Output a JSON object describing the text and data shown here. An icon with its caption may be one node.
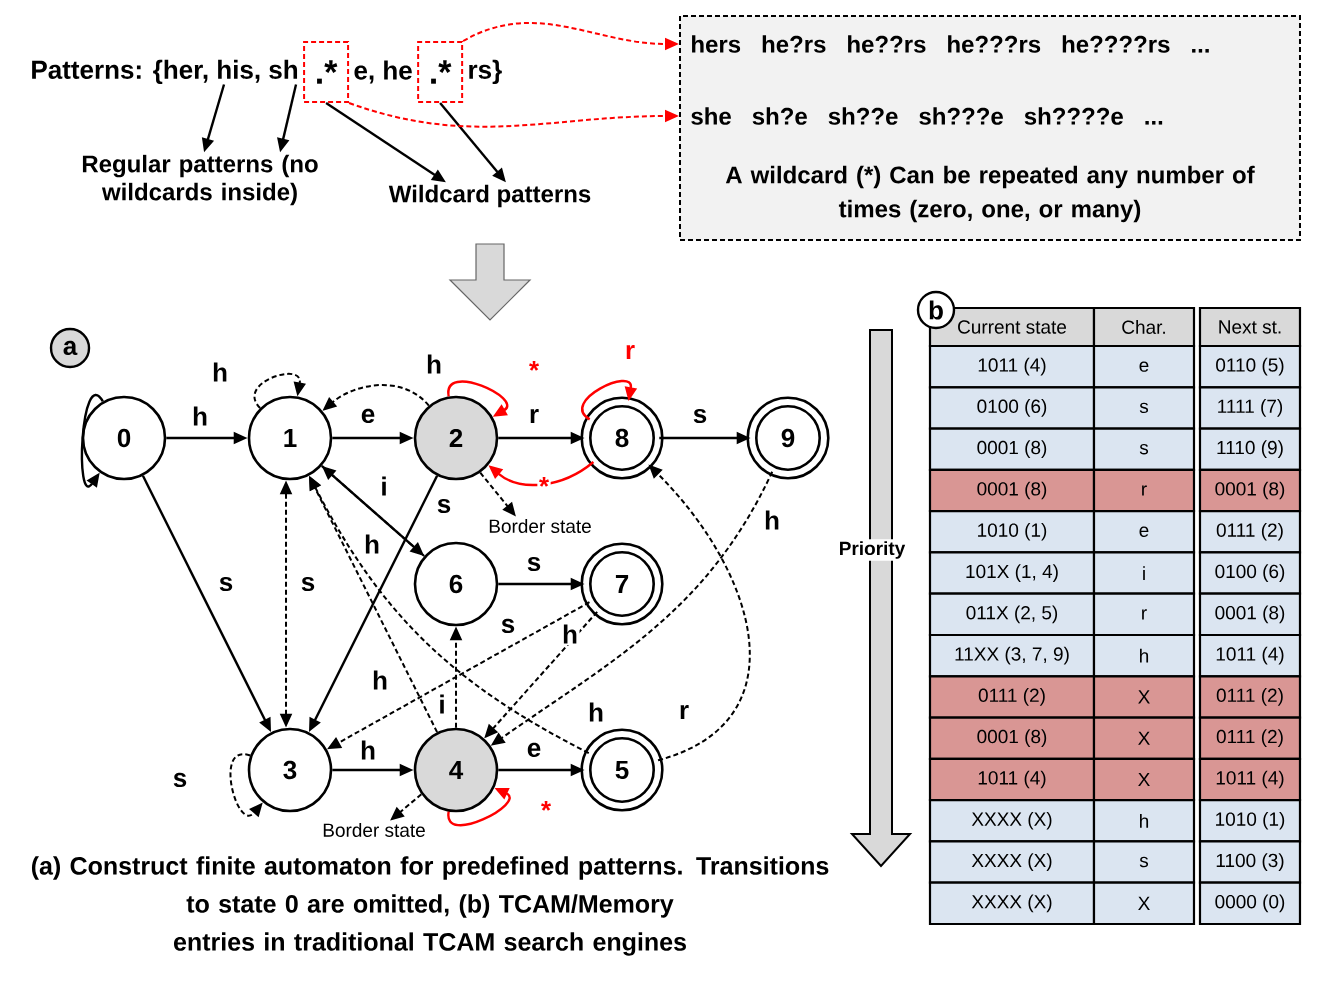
{
  "diagram": {
    "caption": "(a) Construct finite automaton for predefined patterns. Transitions to state 0 are omitted, (b) TCAM/Memory entries in traditional TCAM search engines",
    "nodes": [
      {
        "text": [
          "Patterns: {her, his, sh"
        ]
      },
      {
        "text": [
          ".*"
        ]
      },
      {
        "text": [
          "e, he"
        ]
      },
      {
        "text": [
          ".*"
        ]
      },
      {
        "text": [
          "rs}"
        ]
      },
      {
        "text": [
          "Regular patterns (no wildcards inside)"
        ]
      },
      {
        "text": [
          "Wildcard patterns"
        ]
      },
      {
        "text": [
          "hers he?rs he??rs he???rs he????rs ...",
          "she sh?e sh??e sh???e sh????e ...",
          "A wildcard (*) Can be repeated any number of times (zero, one, or many)"
        ]
      },
      {
        "text": [
          "0"
        ]
      },
      {
        "text": [
          "1"
        ]
      },
      {
        "text": [
          "2"
        ]
      },
      {
        "text": [
          "3"
        ]
      },
      {
        "text": [
          "4"
        ]
      },
      {
        "text": [
          "5"
        ]
      },
      {
        "text": [
          "6"
        ]
      },
      {
        "text": [
          "7"
        ]
      },
      {
        "text": [
          "8"
        ]
      },
      {
        "text": [
          "9"
        ]
      },
      {
        "text": [
          "Border state"
        ]
      },
      {
        "text": [
          "Border state"
        ]
      }
    ],
    "edges": [
      {
        "from": 0,
        "to": 5,
        "arrow": "to"
      },
      {
        "from": 0,
        "to": 5,
        "arrow": "to"
      },
      {
        "from": 1,
        "to": 6,
        "arrow": "to"
      },
      {
        "from": 3,
        "to": 6,
        "arrow": "to"
      },
      {
        "from": 1,
        "to": 7,
        "arrow": "to",
        "style": "dashed",
        "color": "#ff0000"
      },
      {
        "from": 3,
        "to": 7,
        "arrow": "to",
        "style": "dashed",
        "color": "#ff0000"
      },
      {
        "from": 8,
        "to": 8,
        "arrow": "to"
      },
      {
        "from": 8,
        "to": 9,
        "arrow": "to",
        "label": "h"
      },
      {
        "from": 9,
        "to": 10,
        "arrow": "to",
        "label": "e"
      },
      {
        "from": 10,
        "to": 16,
        "arrow": "to",
        "label": "r"
      },
      {
        "from": 16,
        "to": 17,
        "arrow": "to",
        "label": "s"
      },
      {
        "from": 8,
        "to": 11,
        "arrow": "to",
        "label": "s"
      },
      {
        "from": 9,
        "to": 14,
        "arrow": "to",
        "label": "i"
      },
      {
        "from": 10,
        "to": 11,
        "arrow": "to",
        "label": "s"
      },
      {
        "from": 14,
        "to": 15,
        "arrow": "to",
        "label": "s"
      },
      {
        "from": 11,
        "to": 12,
        "arrow": "to",
        "label": "h"
      },
      {
        "from": 12,
        "to": 13,
        "arrow": "to",
        "label": "e"
      },
      {
        "from": 10,
        "to": 10,
        "arrow": "to",
        "label": "*",
        "color": "#ff0000"
      },
      {
        "from": 16,
        "to": 16,
        "arrow": "to",
        "label": "r",
        "color": "#ff0000"
      },
      {
        "from": 16,
        "to": 10,
        "arrow": "to",
        "label": "*",
        "color": "#ff0000"
      },
      {
        "from": 12,
        "to": 12,
        "arrow": "to",
        "label": "*",
        "color": "#ff0000"
      },
      {
        "from": 9,
        "to": 9,
        "arrow": "to",
        "label": "h",
        "style": "dashed"
      },
      {
        "from": 10,
        "to": 9,
        "arrow": "to",
        "label": "h",
        "style": "dashed"
      },
      {
        "from": 9,
        "to": 11,
        "arrow": "both",
        "label": "s",
        "style": "dashed"
      },
      {
        "from": 14,
        "to": 9,
        "arrow": "to",
        "label": "h",
        "style": "dashed"
      },
      {
        "from": 12,
        "to": 9,
        "arrow": "to",
        "label": "h",
        "style": "dashed"
      },
      {
        "from": 13,
        "to": 9,
        "arrow": "to",
        "label": "h",
        "style": "dashed"
      },
      {
        "from": 15,
        "to": 11,
        "arrow": "to",
        "label": "s",
        "style": "dashed"
      },
      {
        "from": 15,
        "to": 12,
        "arrow": "to",
        "label": "h",
        "style": "dashed"
      },
      {
        "from": 17,
        "to": 12,
        "arrow": "to",
        "label": "h",
        "style": "dashed"
      },
      {
        "from": 13,
        "to": 16,
        "arrow": "to",
        "label": "r",
        "style": "dashed"
      },
      {
        "from": 12,
        "to": 14,
        "arrow": "to",
        "label": "i",
        "style": "dashed"
      },
      {
        "from": 11,
        "to": 11,
        "arrow": "to",
        "label": "s",
        "style": "dashed"
      },
      {
        "from": 10,
        "to": 18,
        "arrow": "to",
        "style": "dashed"
      },
      {
        "from": 12,
        "to": 19,
        "arrow": "to",
        "style": "dashed"
      }
    ],
    "labels": [
      "a",
      "b",
      "Priority",
      "Current state",
      "Char.",
      "Next st.",
      "1011 (4)",
      "e",
      "0110 (5)",
      "0100 (6)",
      "s",
      "1111 (7)",
      "0001 (8)",
      "s",
      "1110 (9)",
      "0001 (8)",
      "r",
      "0001 (8)",
      "1010 (1)",
      "e",
      "0111 (2)",
      "101X (1, 4)",
      "i",
      "0100 (6)",
      "011X (2, 5)",
      "r",
      "0001 (8)",
      "11XX (3, 7, 9)",
      "h",
      "1011 (4)",
      "0111 (2)",
      "X",
      "0111 (2)",
      "0001 (8)",
      "X",
      "0111 (2)",
      "1011 (4)",
      "X",
      "1011 (4)",
      "XXXX (X)",
      "h",
      "1010 (1)",
      "XXXX (X)",
      "s",
      "1100 (3)",
      "XXXX (X)",
      "X",
      "0000 (0)"
    ]
  }
}
